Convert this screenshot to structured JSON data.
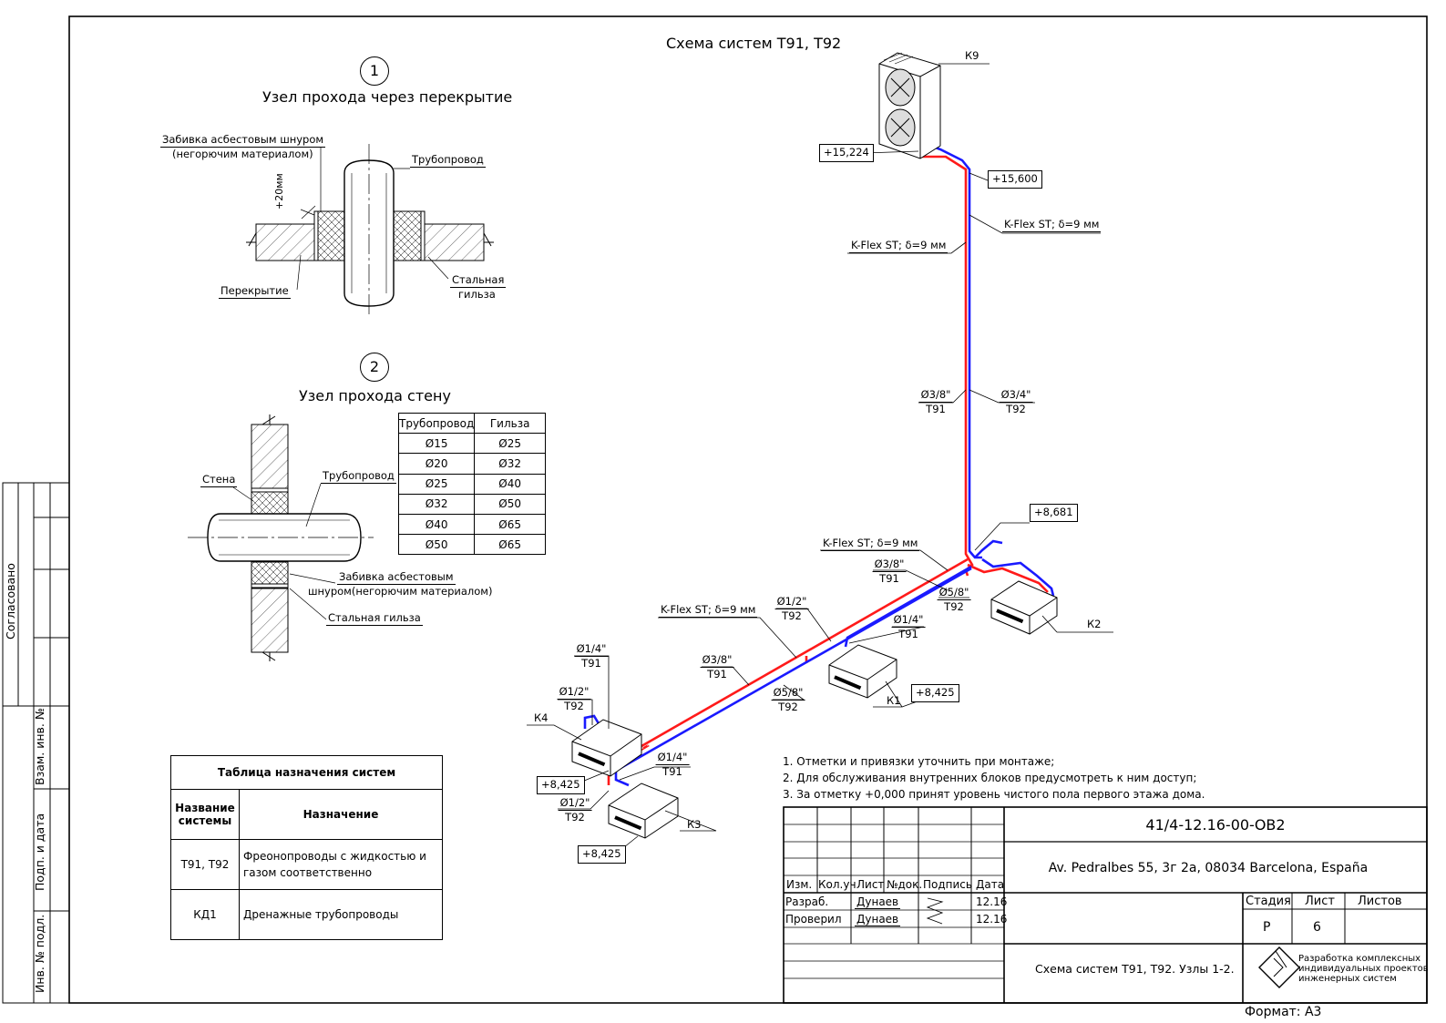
{
  "scheme_title": "Схема систем Т91, Т92",
  "node1": {
    "number": "1",
    "title": "Узел прохода через перекрытие",
    "label_sealing": "Забивка асбестовым шнуром",
    "label_sealing2": "(негорючим материалом)",
    "label_gap": "+20мм",
    "label_pipe": "Трубопровод",
    "label_slab": "Перекрытие",
    "label_sleeve": "Стальная",
    "label_sleeve2": "гильза"
  },
  "node2": {
    "number": "2",
    "title": "Узел прохода стену",
    "label_wall": "Стена",
    "label_pipe": "Трубопровод",
    "label_sealing": "Забивка асбестовым",
    "label_sealing2": "шнуром(негорючим материалом)",
    "label_sleeve": "Стальная гильза"
  },
  "sleeve_table": {
    "headers": [
      "Трубопровод",
      "Гильза"
    ],
    "rows": [
      [
        "Ø15",
        "Ø25"
      ],
      [
        "Ø20",
        "Ø32"
      ],
      [
        "Ø25",
        "Ø40"
      ],
      [
        "Ø32",
        "Ø50"
      ],
      [
        "Ø40",
        "Ø65"
      ],
      [
        "Ø50",
        "Ø65"
      ]
    ]
  },
  "systems_table": {
    "title": "Таблица назначения систем",
    "col1": "Название системы",
    "col2": "Назначение",
    "rows": [
      {
        "name": "Т91, Т92",
        "purpose": "Фреонопроводы с жидкостью и газом соответственно"
      },
      {
        "name": "КД1",
        "purpose": "Дренажные трубопроводы"
      }
    ]
  },
  "units": {
    "k9": "К9",
    "k2": "К2",
    "k1": "К1",
    "k3": "К3",
    "k4": "К4"
  },
  "elevations": {
    "e15224": "+15,224",
    "e15600": "+15,600",
    "e8681": "+8,681",
    "e8425a": "+8,425",
    "e8425b": "+8,425",
    "e8425c": "+8,425"
  },
  "insulation": "K-Flex ST; δ=9 мм",
  "pipes": {
    "d38": "Ø3/8\"",
    "d34": "Ø3/4\"",
    "d58": "Ø5/8\"",
    "d12": "Ø1/2\"",
    "d14": "Ø1/4\"",
    "t91": "Т91",
    "t92": "Т92"
  },
  "notes": [
    "1. Отметки и привязки уточнить при монтаже;",
    "2. Для обслуживания внутренних блоков предусмотреть к ним доступ;",
    "3. За отметку +0,000 принят уровень чистого пола первого этажа дома."
  ],
  "margin_stamp": {
    "agreed": "Согласовано",
    "vzam": "Взам. инв. №",
    "podp": "Подп. и дата",
    "inv": "Инв. № подл."
  },
  "title_block": {
    "code": "41/4-12.16-00-ОВ2",
    "address": "Av. Pedralbes 55, 3г 2а, 08034 Barcelona, España",
    "cols": [
      "Изм.",
      "Кол.уч",
      "Лист",
      "№док.",
      "Подпись",
      "Дата"
    ],
    "role1": "Разраб.",
    "name1": "Дунаев",
    "date1": "12.16",
    "role2": "Проверил",
    "name2": "Дунаев",
    "date2": "12.16",
    "stage_label": "Стадия",
    "sheet_label": "Лист",
    "sheets_label": "Листов",
    "stage": "Р",
    "sheet": "6",
    "sheet_title": "Схема систем Т91, Т92. Узлы 1-2.",
    "company": [
      "Разработка комплексных",
      "индивидуальных проектов",
      "инженерных систем"
    ],
    "format": "Формат: А3"
  },
  "colors": {
    "liquid": "#1a1aff",
    "gas": "#ff1a1a"
  }
}
